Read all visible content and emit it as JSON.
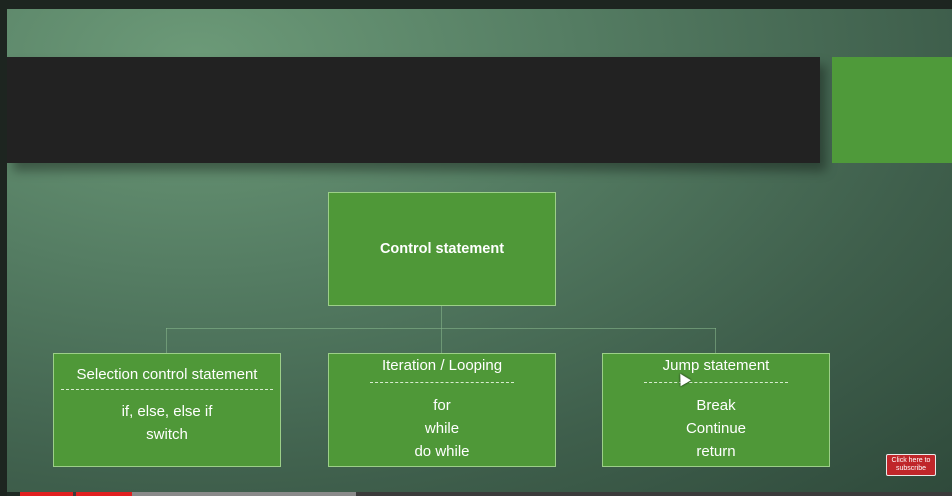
{
  "diagram": {
    "root": {
      "label": "Control statement"
    },
    "children": [
      {
        "title": "Selection control statement",
        "items": [
          "if, else, else if",
          "switch"
        ]
      },
      {
        "title": "Iteration / Looping",
        "items": [
          "for",
          "while",
          "do while"
        ]
      },
      {
        "title": "Jump statement",
        "items": [
          "Break",
          "Continue",
          "return"
        ]
      }
    ]
  },
  "overlay": {
    "subscribe_line1": "Click here to",
    "subscribe_line2": "subscribe"
  },
  "player": {
    "progress_played": 0.12,
    "progress_loaded": 0.36
  },
  "colors": {
    "box_fill": "#4f9838",
    "title_bar": "#222222",
    "accent": "#4f9a3a",
    "progress": "#e02020"
  }
}
